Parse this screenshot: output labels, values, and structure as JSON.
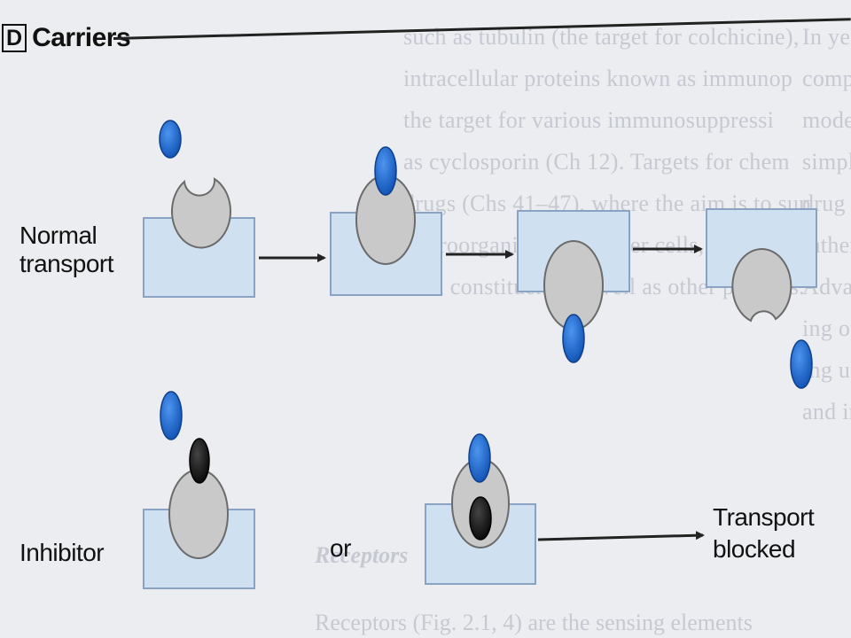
{
  "panel": {
    "letter": "D",
    "title": "Carriers"
  },
  "labels": {
    "normal_line1": "Normal",
    "normal_line2": "transport",
    "inhibitor": "Inhibitor",
    "or": "or",
    "blocked_line1": "Transport",
    "blocked_line2": "blocked"
  },
  "background_text": {
    "col1": [
      "such as tubulin (the target for colchicine),",
      "intracellular proteins known as immunop",
      "the target for various immunosuppressi",
      "as cyclosporin (Ch 12). Targets for chem",
      "drugs (Chs 41–47), where the aim is to sup",
      "microorganisms or cancer cells, include b",
      "wall constituents as well as other proteins."
    ],
    "col2": [
      "In years. This new knowledge can seem",
      "complex when couched in the terminology",
      "modern molecular biology, but actually",
      "simpler and more coherent framework for",
      "drug action than existed previously, and it",
      "rather than the molecular detail, on which",
      "Advances in molecular pharmacology are",
      "ing our understanding of drug action and",
      "ing up many new therapeutic possibilities,",
      "and in other chapters."
    ],
    "heading": "Receptors",
    "bottom": "Receptors (Fig. 2.1, 4) are the sensing elements"
  },
  "colors": {
    "membrane": "#cfe0f1",
    "membrane_stroke": "#8aa3c4",
    "carrier": "#c9c9c9",
    "carrier_stroke": "#6b6b6b",
    "ligand": "#1f6fd6",
    "inhibitor": "#1a1a1a",
    "arrow": "#222222"
  }
}
